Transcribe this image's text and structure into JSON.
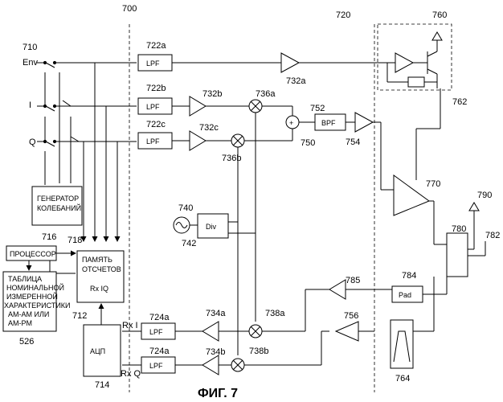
{
  "figure": {
    "caption": "ФИГ. 7",
    "refs": {
      "r700": "700",
      "r710": "710",
      "r720": "720",
      "r760": "760",
      "r762": "762",
      "r722a": "722a",
      "r722b": "722b",
      "r722c": "722c",
      "r732a": "732a",
      "r732b": "732b",
      "r732c": "732c",
      "r736a": "736a",
      "r736b": "736b",
      "r752": "752",
      "r750": "750",
      "r754": "754",
      "r740": "740",
      "r742": "742",
      "r770": "770",
      "r790": "790",
      "r780": "780",
      "r782": "782",
      "r716": "716",
      "r718": "718",
      "r712": "712",
      "r714": "714",
      "r526": "526",
      "r724a1": "724a",
      "r724a2": "724a",
      "r734a": "734a",
      "r734b": "734b",
      "r738a": "738a",
      "r738b": "738b",
      "r785": "785",
      "r784": "784",
      "r756": "756",
      "r764": "764"
    },
    "inputs": {
      "env": "Env",
      "i": "I",
      "q": "Q"
    },
    "rx": {
      "i": "Rx I",
      "q": "Rx Q"
    },
    "blocks": {
      "lpf": "LPF",
      "bpf": "BPF",
      "div": "Div",
      "pad": "Pad",
      "plus": "+",
      "generator": [
        "ГЕНЕРАТОР",
        "КОЛЕБАНИЙ"
      ],
      "processor": "ПРОЦЕССОР",
      "memory": [
        "ПАМЯТЬ",
        "ОТСЧЕТОВ"
      ],
      "rxiq": "Rx IQ",
      "adc": "АЦП",
      "table": [
        "ТАБЛИЦА",
        "НОМИНАЛЬНОЙ",
        "ИЗМЕРЕННОЙ",
        "ХАРАКТЕРИСТИКИ",
        "AM-AM ИЛИ",
        "AM-PM"
      ]
    }
  }
}
